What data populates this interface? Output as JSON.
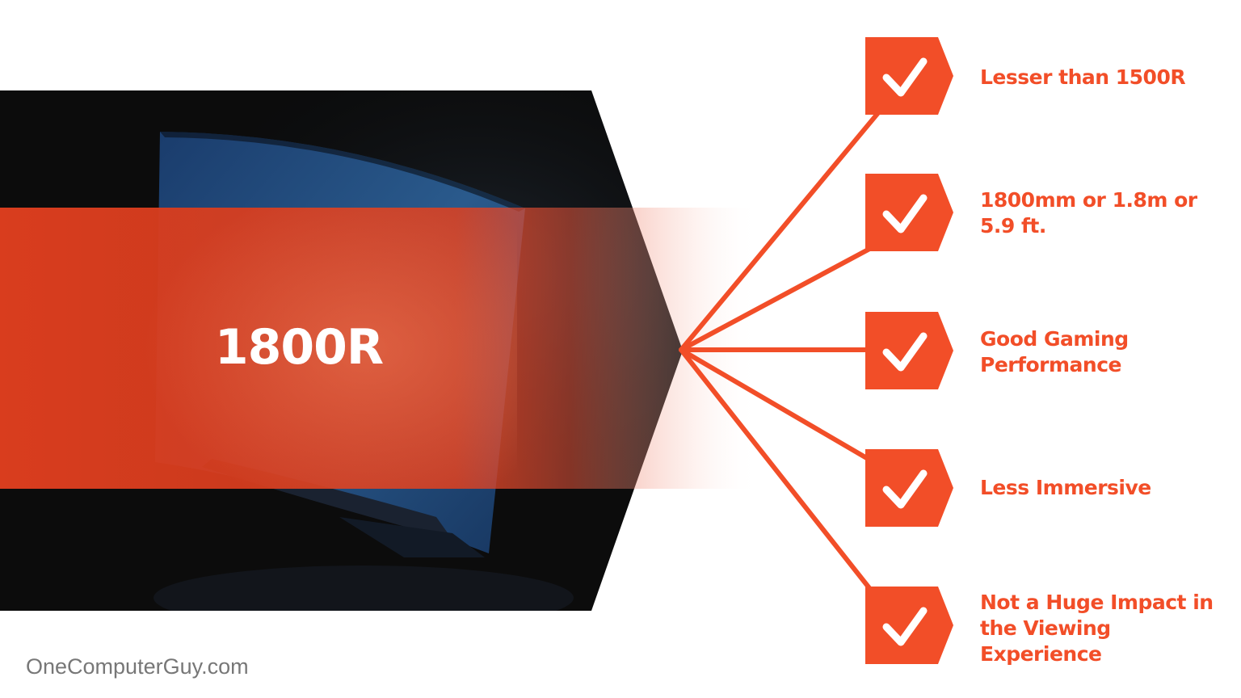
{
  "hero": {
    "label": "1800R"
  },
  "features": [
    {
      "label": "Lesser than 1500R",
      "icon": "check-icon"
    },
    {
      "label": "1800mm or 1.8m or 5.9 ft.",
      "icon": "check-icon"
    },
    {
      "label": "Good Gaming Performance",
      "icon": "check-icon"
    },
    {
      "label": "Less Immersive",
      "icon": "check-icon"
    },
    {
      "label": "Not a Huge Impact in the Viewing Experience",
      "icon": "check-icon"
    }
  ],
  "brand": {
    "text": "OneComputerGuy.com"
  },
  "colors": {
    "accent": "#f24e28",
    "band": "#d93d1e",
    "panel": "#0c0c0c",
    "screen": "#1d4474",
    "brand_text": "#777777"
  }
}
